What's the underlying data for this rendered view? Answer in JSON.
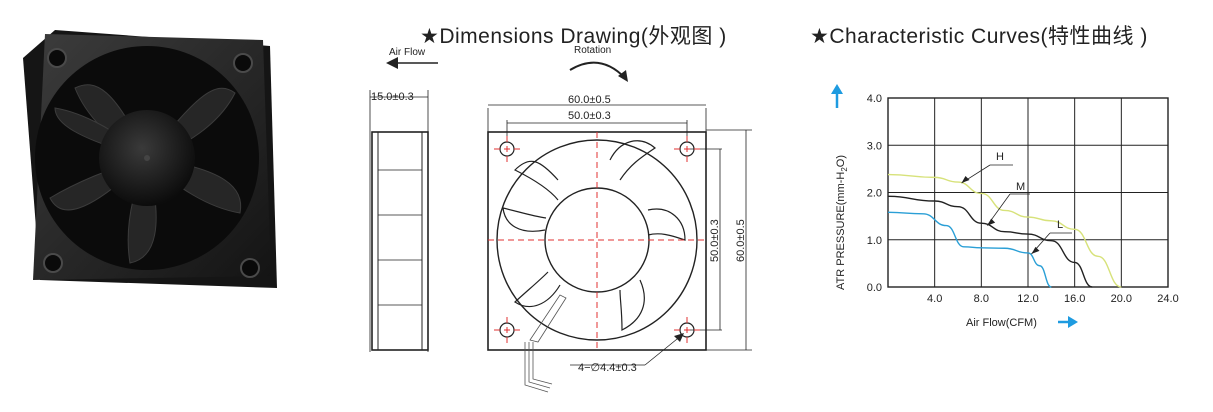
{
  "headings": {
    "star": "★",
    "dimensions": "Dimensions Drawing(外观图 )",
    "curves": "Characteristic Curves(特性曲线 )"
  },
  "side_view": {
    "air_flow_label": "Air Flow",
    "thickness_label": "15.0±0.3"
  },
  "front_view": {
    "rotation_label": "Rotation",
    "outer_width_label": "60.0±0.5",
    "hole_spacing_label": "50.0±0.3",
    "hole_spacing_v_label": "50.0±0.3",
    "outer_height_label": "60.0±0.5",
    "hole_label": "4−∅4.4±0.3"
  },
  "colors": {
    "H": "#d7e27a",
    "M": "#222222",
    "L": "#2a9fd6",
    "arrow": "#1e9be0",
    "centerline": "#e03030"
  },
  "chart_data": {
    "type": "line",
    "xlabel": "Air Flow(CFM)",
    "ylabel": "ATR PRESSURE(mm-H",
    "ylabel_sub": "2",
    "ylabel_end": "O)",
    "xlim": [
      0,
      24
    ],
    "ylim": [
      0,
      4
    ],
    "x_ticks": [
      "4.0",
      "8.0",
      "12.0",
      "16.0",
      "20.0",
      "24.0"
    ],
    "y_ticks": [
      "0.0",
      "1.0",
      "2.0",
      "3.0",
      "4.0"
    ],
    "grid": true,
    "series": [
      {
        "name": "H",
        "points": [
          [
            0,
            2.38
          ],
          [
            4,
            2.32
          ],
          [
            6,
            2.22
          ],
          [
            8,
            1.98
          ],
          [
            10,
            1.62
          ],
          [
            12,
            1.48
          ],
          [
            14,
            1.4
          ],
          [
            16,
            1.22
          ],
          [
            18,
            0.65
          ],
          [
            20,
            0.0
          ]
        ]
      },
      {
        "name": "M",
        "points": [
          [
            0,
            1.92
          ],
          [
            4,
            1.82
          ],
          [
            6,
            1.7
          ],
          [
            8,
            1.35
          ],
          [
            10,
            1.17
          ],
          [
            12,
            1.12
          ],
          [
            14,
            0.98
          ],
          [
            16,
            0.52
          ],
          [
            17.5,
            0.0
          ]
        ]
      },
      {
        "name": "L",
        "points": [
          [
            0,
            1.58
          ],
          [
            3,
            1.55
          ],
          [
            5,
            1.3
          ],
          [
            6.5,
            0.85
          ],
          [
            8,
            0.83
          ],
          [
            10,
            0.82
          ],
          [
            12,
            0.72
          ],
          [
            13,
            0.45
          ],
          [
            14,
            0.0
          ]
        ]
      }
    ]
  }
}
